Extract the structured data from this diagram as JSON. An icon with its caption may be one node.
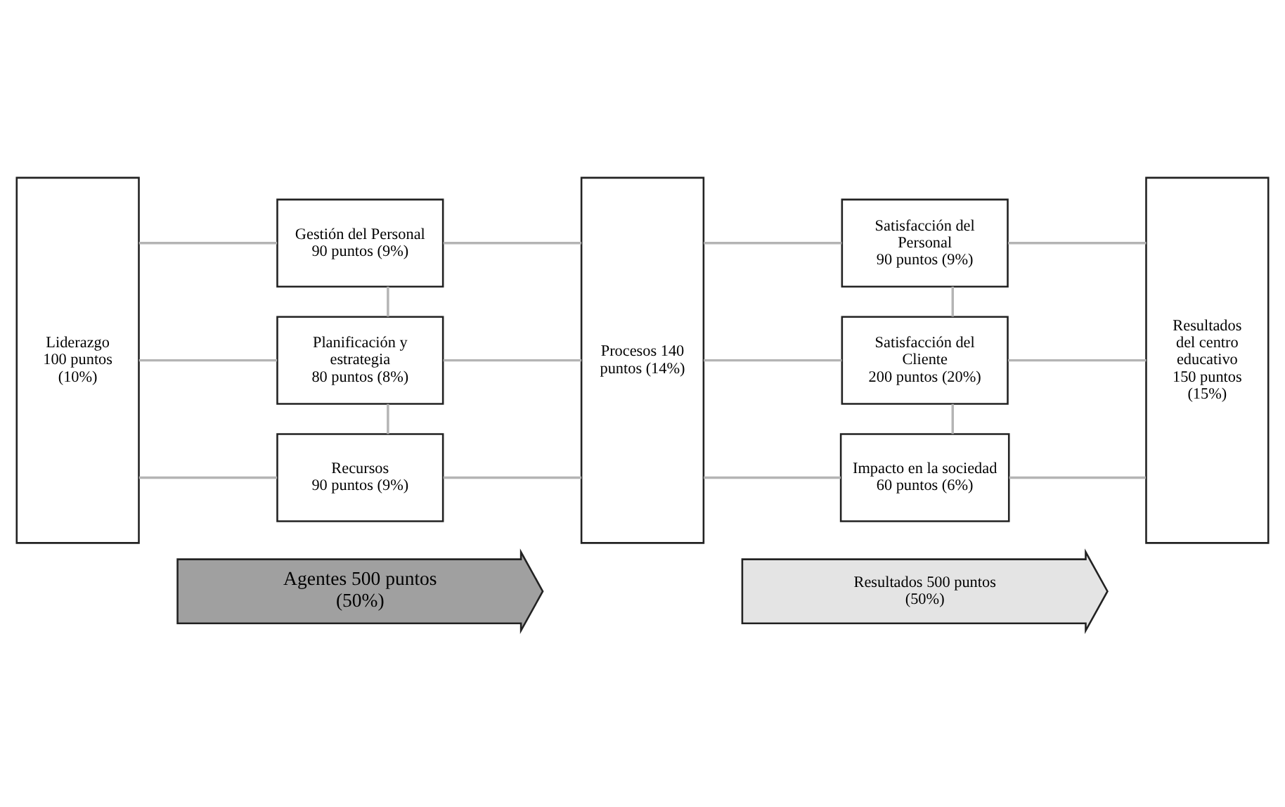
{
  "diagram": {
    "nodes": [
      {
        "text": [
          "Liderazgo 100 puntos (10%)"
        ]
      },
      {
        "text": [
          "Gestión del Personal",
          "90 puntos (9%)"
        ]
      },
      {
        "text": [
          "Planificación y estrategia",
          "80 puntos (8%)"
        ]
      },
      {
        "text": [
          "Recursos",
          "90 puntos (9%)"
        ]
      },
      {
        "text": [
          "Procesos 140 puntos (14%)"
        ]
      },
      {
        "text": [
          "Satisfacción del Personal",
          "90 puntos (9%)"
        ]
      },
      {
        "text": [
          "Satisfacción del Cliente",
          "200 puntos (20%)"
        ]
      },
      {
        "text": [
          "Impacto en la sociedad",
          "60 puntos (6%)"
        ]
      },
      {
        "text": [
          "Resultados del centro educativo 150 puntos (15%)"
        ]
      },
      {
        "text": [
          "Agentes 500 puntos (50%)"
        ]
      },
      {
        "text": [
          "Resultados 500 puntos (50%)"
        ]
      }
    ],
    "edges": [
      {
        "from": 0,
        "to": 1,
        "arrow": "none"
      },
      {
        "from": 0,
        "to": 2,
        "arrow": "none"
      },
      {
        "from": 0,
        "to": 3,
        "arrow": "none"
      },
      {
        "from": 1,
        "to": 2,
        "arrow": "none"
      },
      {
        "from": 2,
        "to": 3,
        "arrow": "none"
      },
      {
        "from": 1,
        "to": 4,
        "arrow": "none"
      },
      {
        "from": 2,
        "to": 4,
        "arrow": "none"
      },
      {
        "from": 3,
        "to": 4,
        "arrow": "none"
      },
      {
        "from": 4,
        "to": 5,
        "arrow": "none"
      },
      {
        "from": 4,
        "to": 6,
        "arrow": "none"
      },
      {
        "from": 4,
        "to": 7,
        "arrow": "none"
      },
      {
        "from": 5,
        "to": 6,
        "arrow": "none"
      },
      {
        "from": 6,
        "to": 7,
        "arrow": "none"
      },
      {
        "from": 5,
        "to": 8,
        "arrow": "none"
      },
      {
        "from": 6,
        "to": 8,
        "arrow": "none"
      },
      {
        "from": 7,
        "to": 8,
        "arrow": "none"
      }
    ]
  }
}
